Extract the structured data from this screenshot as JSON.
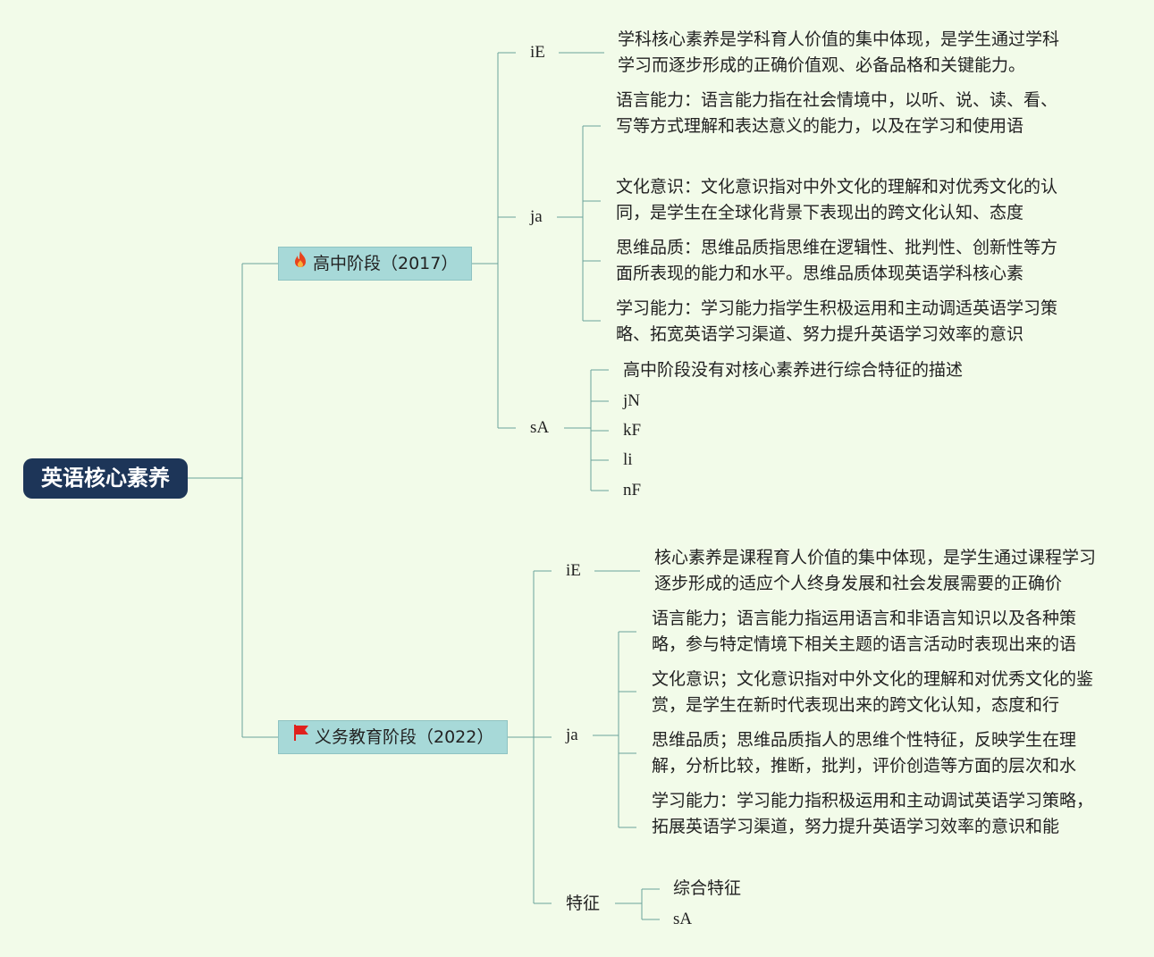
{
  "root": {
    "label": "英语核心素养"
  },
  "branches": [
    {
      "label": "高中阶段（2017）",
      "icon": "fire-icon",
      "children": {
        "ie": {
          "label": "iE",
          "text": "学科核心素养是学科育人价值的集中体现，是学生通过学科学习而逐步形成的正确价值观、必备品格和关键能力。"
        },
        "ja": {
          "label": "ja",
          "items": [
            "语言能力：语言能力指在社会情境中，以听、说、读、看、写等方式理解和表达意义的能力，以及在学习和使用语",
            "文化意识：文化意识指对中外文化的理解和对优秀文化的认同，是学生在全球化背景下表现出的跨文化认知、态度",
            "思维品质：思维品质指思维在逻辑性、批判性、创新性等方面所表现的能力和水平。思维品质体现英语学科核心素",
            "学习能力：学习能力指学生积极运用和主动调适英语学习策略、拓宽英语学习渠道、努力提升英语学习效率的意识"
          ]
        },
        "sa": {
          "label": "sA",
          "items": [
            "高中阶段没有对核心素养进行综合特征的描述",
            "jN",
            "kF",
            "li",
            "nF"
          ]
        }
      }
    },
    {
      "label": "义务教育阶段（2022）",
      "icon": "red-flag-icon",
      "children": {
        "ie": {
          "label": "iE",
          "text": "核心素养是课程育人价值的集中体现，是学生通过课程学习逐步形成的适应个人终身发展和社会发展需要的正确价"
        },
        "ja": {
          "label": "ja",
          "items": [
            "语言能力；语言能力指运用语言和非语言知识以及各种策略，参与特定情境下相关主题的语言活动时表现出来的语",
            "文化意识；文化意识指对中外文化的理解和对优秀文化的鉴赏，是学生在新时代表现出来的跨文化认知，态度和行",
            "思维品质；思维品质指人的思维个性特征，反映学生在理解，分析比较，推断，批判，评价创造等方面的层次和水",
            "学习能力：学习能力指积极运用和主动调试英语学习策略，拓展英语学习渠道，努力提升英语学习效率的意识和能"
          ]
        },
        "tz": {
          "label": "特征",
          "items": [
            "综合特征",
            "sA"
          ]
        }
      }
    }
  ],
  "colors": {
    "background": "#f2fbe9",
    "root_fill": "#1d3558",
    "branch_fill": "#a7d9d8",
    "connector": "#6aa39a",
    "fire": "#e8431c",
    "flag": "#e0201c"
  }
}
